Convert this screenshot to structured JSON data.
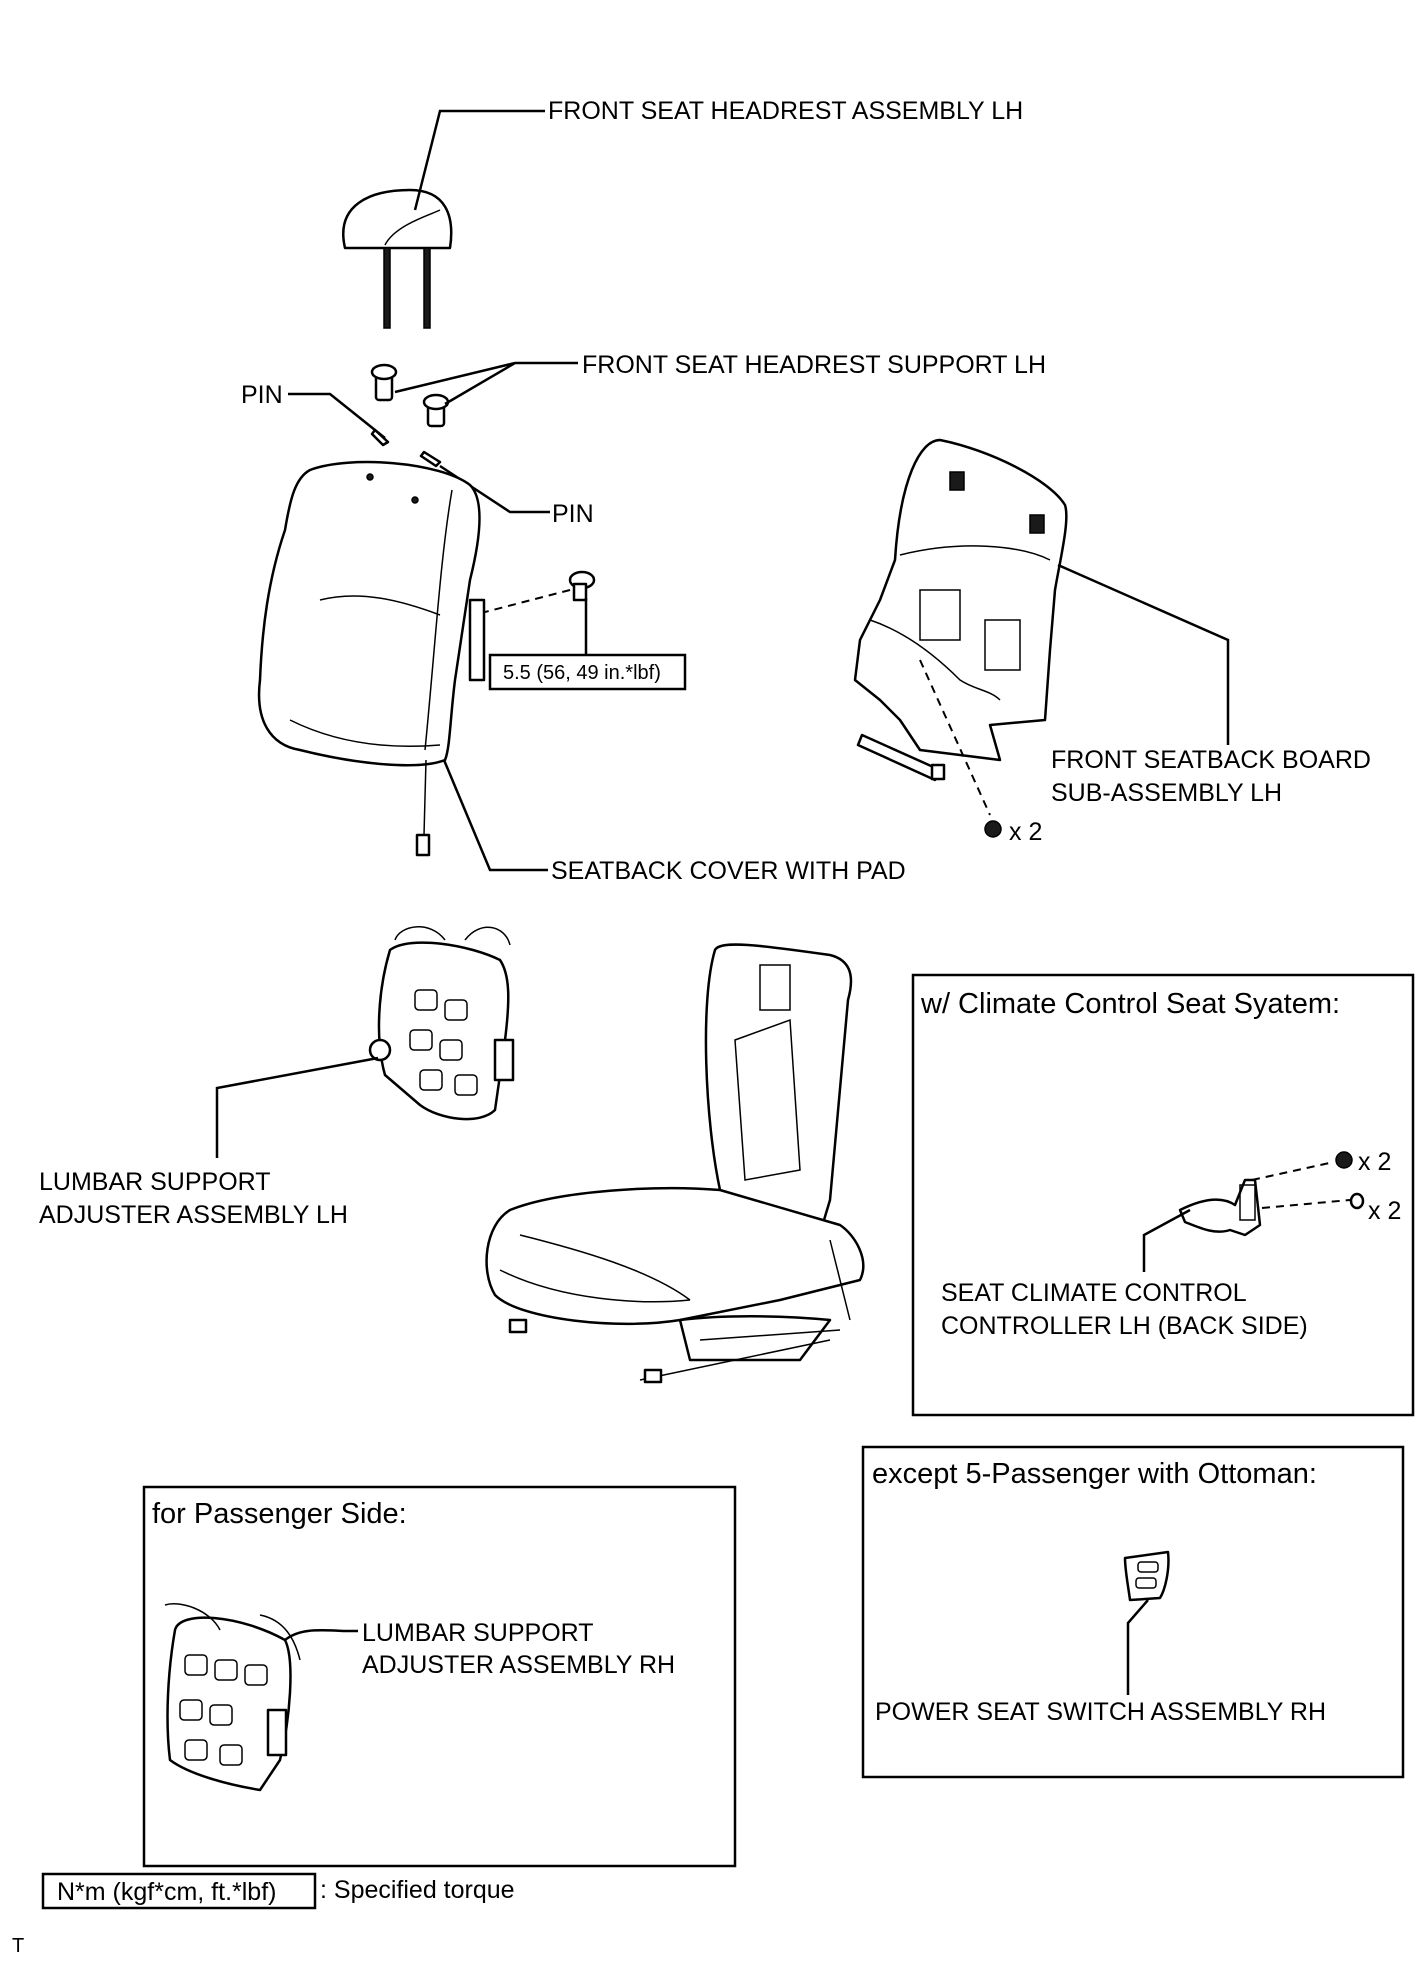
{
  "labels": {
    "headrest": "FRONT SEAT HEADREST ASSEMBLY LH",
    "headrest_support": "FRONT SEAT HEADREST SUPPORT LH",
    "pin_left": "PIN",
    "pin_right": "PIN",
    "torque_value": "5.5 (56, 49 in.*lbf)",
    "seatback_board_line1": "FRONT SEATBACK BOARD",
    "seatback_board_line2": "SUB-ASSEMBLY LH",
    "board_qty": "x 2",
    "seatback_cover": "SEATBACK COVER WITH PAD",
    "lumbar_lh_line1": "LUMBAR SUPPORT",
    "lumbar_lh_line2": "ADJUSTER ASSEMBLY LH"
  },
  "climate_box": {
    "title": "w/ Climate Control Seat Syatem:",
    "qty_top": "x 2",
    "qty_bottom": "x 2",
    "part_line1": "SEAT CLIMATE CONTROL",
    "part_line2": "CONTROLLER LH (BACK SIDE)"
  },
  "ottoman_box": {
    "title": "except 5-Passenger with Ottoman:",
    "part": "POWER SEAT SWITCH ASSEMBLY RH"
  },
  "passenger_box": {
    "title": "for Passenger Side:",
    "part_line1": "LUMBAR SUPPORT",
    "part_line2": "ADJUSTER ASSEMBLY RH"
  },
  "legend": {
    "unit": "N*m (kgf*cm, ft.*lbf)",
    "meaning": ": Specified torque"
  },
  "corner_mark": "T"
}
